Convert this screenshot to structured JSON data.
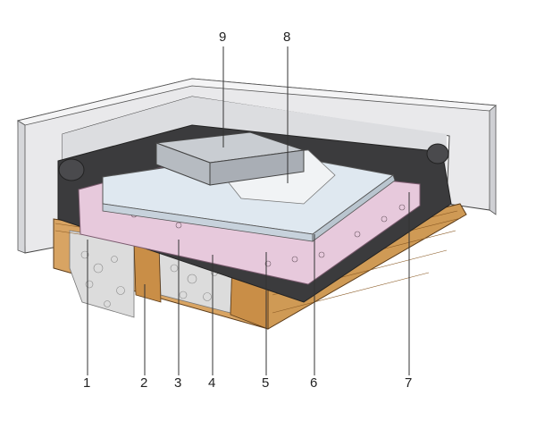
{
  "figure": {
    "callouts": [
      {
        "label": "1"
      },
      {
        "label": "2"
      },
      {
        "label": "3"
      },
      {
        "label": "4"
      },
      {
        "label": "5"
      },
      {
        "label": "6"
      },
      {
        "label": "7"
      },
      {
        "label": "8"
      },
      {
        "label": "9"
      }
    ],
    "colors": {
      "wall": "#e9e9eb",
      "wall_shadow": "#cfd0d4",
      "membrane": "#3b3b3d",
      "insulation": "#e7c9dc",
      "board": "#dfe8f0",
      "screed_block": "#c9cdd2",
      "timber": "#d8a463",
      "fill": "#dcdcdc"
    }
  }
}
